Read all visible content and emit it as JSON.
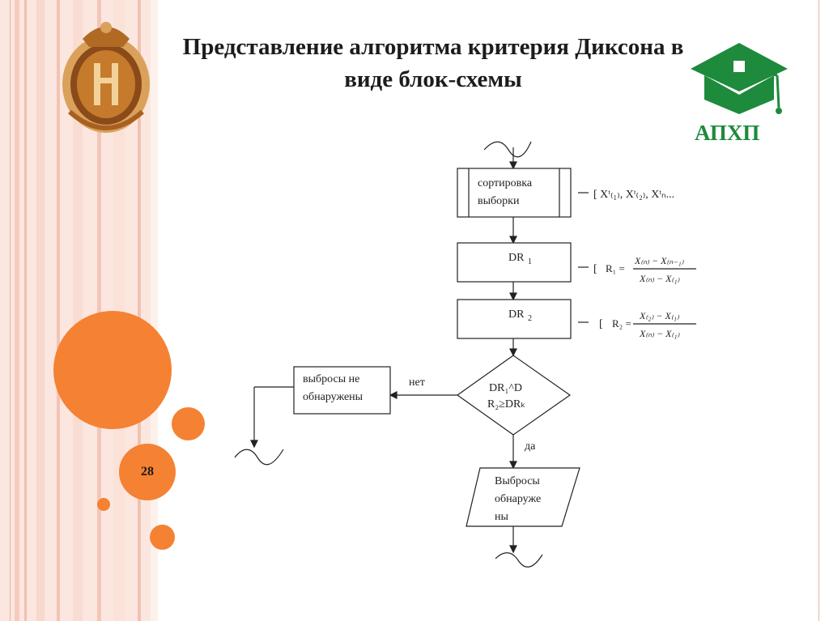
{
  "slide": {
    "title": "Представление алгоритма критерия Диксона в виде блок-схемы",
    "page_number": "28"
  },
  "logos": {
    "left": {
      "name": "university-emblem"
    },
    "right": {
      "name": "apkhp-logo",
      "text": "АПХП"
    }
  },
  "flowchart": {
    "sort_block": {
      "line1": "сортировка",
      "line2": "выборки"
    },
    "dr1_block": {
      "label": "DR",
      "sub": "1"
    },
    "dr2_block": {
      "label": "DR",
      "sub": "2"
    },
    "decision": {
      "line1": "DR₁^D",
      "line2": "R₂≥DRₖ"
    },
    "no_label": "нет",
    "yes_label": "да",
    "not_found_block": {
      "line1": "выбросы не",
      "line2": "обнаружены"
    },
    "found_block": {
      "line1": "Выбросы",
      "line2": "обнаруже",
      "line3": "ны"
    },
    "annotations": {
      "sort": "[ Xᵗ₍₁₎, Xᵗ₍₂₎, Xᵗₙ...",
      "r1": {
        "lhs": "R₁ =",
        "num": "X₍ₙ₎ − X₍ₙ₋₁₎",
        "den": "X₍ₙ₎ − X₍₁₎"
      },
      "r2": {
        "lhs": "R₂ =",
        "num": "X₍₂₎ − X₍₁₎",
        "den": "X₍ₙ₎ − X₍₁₎"
      }
    }
  },
  "colors": {
    "accent": "#f48232",
    "band": "#fbe6e0",
    "logo_green": "#1e8a3c",
    "emblem_gold": "#c07a2a"
  }
}
